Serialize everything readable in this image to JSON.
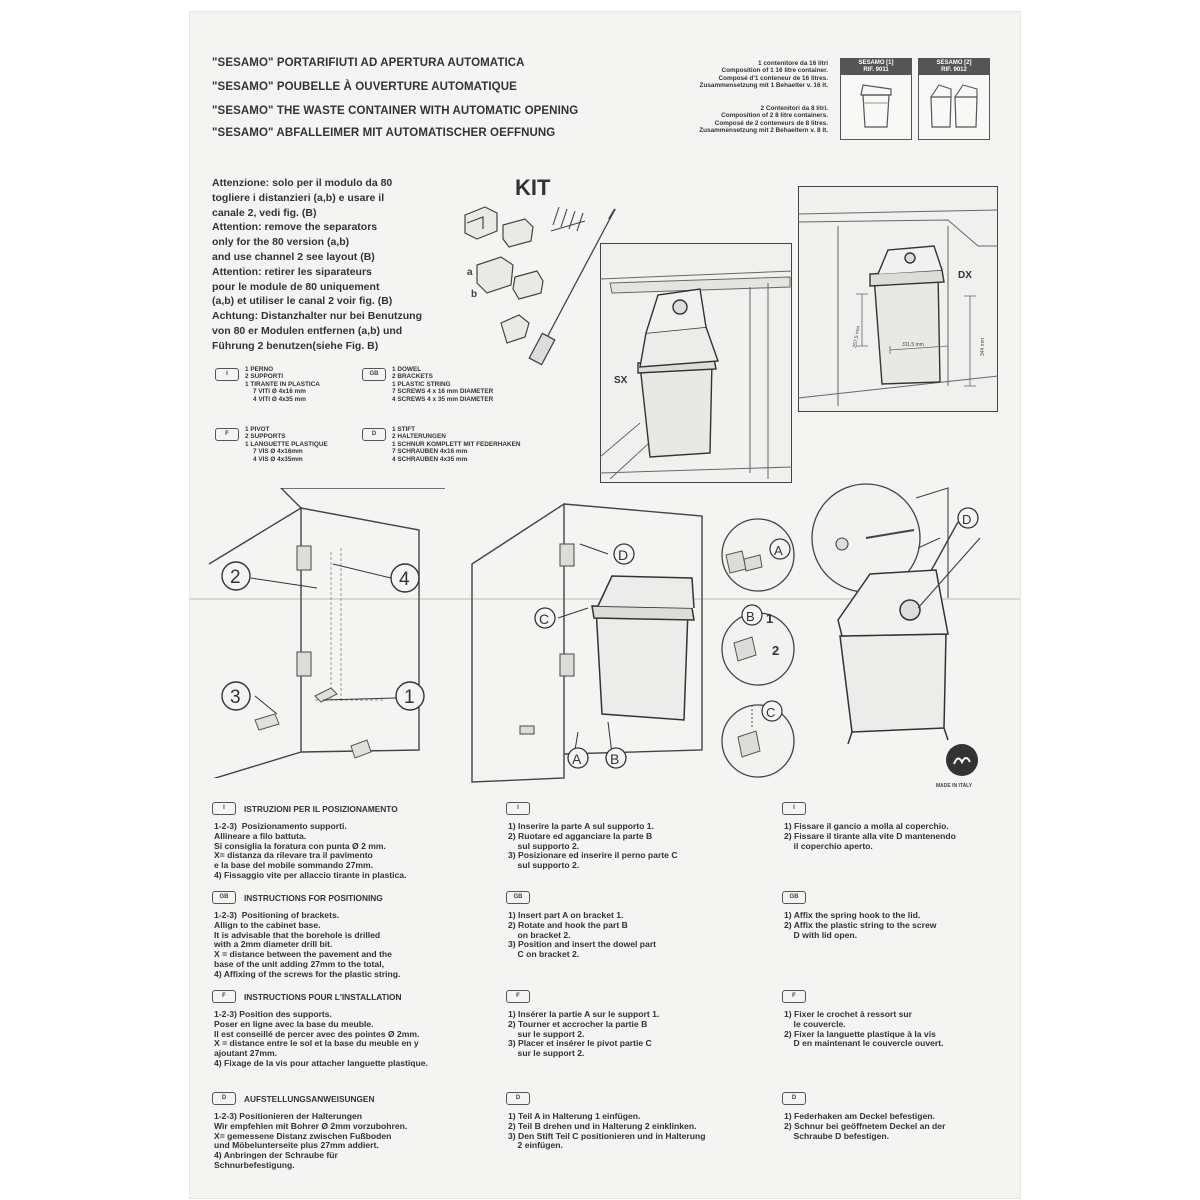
{
  "titles": [
    "\"SESAMO\" PORTARIFIUTI AD APERTURA AUTOMATICA",
    "\"SESAMO\" POUBELLE À OUVERTURE AUTOMATIQUE",
    "\"SESAMO\" THE WASTE CONTAINER WITH AUTOMATIC OPENING",
    "\"SESAMO\" ABFALLEIMER MIT AUTOMATISCHER OEFFNUNG"
  ],
  "compositions": {
    "single": [
      "1 contenitore da 16 litri",
      "Composition of 1 16 litre container.",
      "Composé d'1 conteneur de 16 litres.",
      "Zusammensetzung mit 1 Behaelter v. 16 lt."
    ],
    "double": [
      "2 Contenitori da 8 litri.",
      "Composition of 2 8 litre containers.",
      "Composé de 2 conteneurs de 8 litres.",
      "Zusammensetzung mit 2 Behaeltern v. 8 lt."
    ]
  },
  "ref_boxes": [
    {
      "label": "SESAMO [1]",
      "ref": "RIF. 9011"
    },
    {
      "label": "SESAMO [2]",
      "ref": "RIF. 9012"
    }
  ],
  "kit_title": "KIT",
  "attention": [
    {
      "lead": "Attenzione:",
      "text": " solo per il modulo da 80"
    },
    {
      "lead": "",
      "text": "togliere i distanzieri (a,b) e usare il"
    },
    {
      "lead": "",
      "text": "canale 2, vedi fig. (B)"
    },
    {
      "lead": "Attention:",
      "text": " remove the separators"
    },
    {
      "lead": "",
      "text": "only for the 80 version (a,b)"
    },
    {
      "lead": "",
      "text": "and use channel 2 see layout (B)"
    },
    {
      "lead": "Attention:",
      "text": " retirer les siparateurs"
    },
    {
      "lead": "",
      "text": "pour le module de 80 uniquement"
    },
    {
      "lead": "",
      "text": "(a,b) et utiliser le canal 2 voir fig. (B)"
    },
    {
      "lead": "Achtung:",
      "text": " Distanzhalter nur bei Benutzung"
    },
    {
      "lead": "",
      "text": "von 80 er Modulen entfernen (a,b) und"
    },
    {
      "lead": "",
      "text": "Führung 2 benutzen(siehe Fig. B)"
    }
  ],
  "parts": {
    "it": [
      "1 PERNO",
      "2 SUPPORTI",
      "1 TIRANTE IN PLASTICA",
      "7 VITI Ø 4x16 mm",
      "4 VITI Ø 4x35 mm"
    ],
    "gb": [
      "1 DOWEL",
      "2 BRACKETS",
      "1 PLASTIC STRING",
      "7 SCREWS 4 x 16 mm DIAMETER",
      "4 SCREWS 4 x 35 mm DIAMETER"
    ],
    "fr": [
      "1 PIVOT",
      "2 SUPPORTS",
      "1 LANGUETTE PLASTIQUE",
      "7 VIS Ø 4x16mm",
      "4 VIS Ø 4x35mm"
    ],
    "de": [
      "1 STIFT",
      "2 HALTERUNGEN",
      "1 SCHNUR KOMPLETT MIT FEDERHAKEN",
      "7 SCHRAUBEN 4x16 mm",
      "4 SCHRAUBEN 4x35 mm"
    ]
  },
  "flags": {
    "it": "I",
    "gb": "GB",
    "fr": "F",
    "de": "D"
  },
  "figure_labels": {
    "sx": "SX",
    "dx": "DX",
    "n1": "1",
    "n2": "2",
    "n3": "3",
    "n4": "4",
    "A": "A",
    "B": "B",
    "C": "C",
    "D": "D",
    "small_a": "a",
    "small_b": "b",
    "b_sub1": "1",
    "b_sub2": "2",
    "dim_width": "311,5 mm",
    "dim_depth": "257,5 mm",
    "dim_height": "344 mm",
    "made_in": "MADE IN ITALY"
  },
  "sections": [
    {
      "flag": "I",
      "heading": "ISTRUZIONI PER IL POSIZIONAMENTO",
      "col1": "1-2-3)  Posizionamento supporti.\nAllineare a filo battuta.\nSi consiglia la foratura con punta Ø 2 mm.\nX= distanza da rilevare tra il pavimento\ne la base del mobile sommando 27mm.\n4) Fissaggio vite per allaccio tirante in plastica.",
      "col2": "1) Inserire la parte A sul supporto 1.\n2) Ruotare ed agganciare la parte B\n    sul supporto 2.\n3) Posizionare ed inserire il perno parte C\n    sul supporto 2.",
      "col3": "1) Fissare il gancio a molla al coperchio.\n2) Fissare il tirante alla vite D mantenendo\n    il coperchio aperto."
    },
    {
      "flag": "GB",
      "heading": "INSTRUCTIONS FOR POSITIONING",
      "col1": "1-2-3)  Positioning of brackets.\nAllign to the cabinet base.\nIt is advisable that the borehole is drilled\nwith a 2mm diameter drill bit.\nX = distance between the pavement and the\nbase of the unit adding 27mm to the total,\n4) Affixing of the screws for the plastic string.",
      "col2": "1) Insert part A on bracket 1.\n2) Rotate and hook the part B\n    on bracket 2.\n3) Position and insert the dowel part\n    C on bracket 2.",
      "col3": "1) Affix the spring hook to the lid.\n2) Affix the plastic string to the screw\n    D with lid open."
    },
    {
      "flag": "F",
      "heading": "INSTRUCTIONS POUR L'INSTALLATION",
      "col1": "1-2-3) Position des supports.\nPoser en ligne avec la base du meuble.\nIl est conseillé de percer avec des pointes Ø 2mm.\nX = distance entre le sol et la base du meuble en y\najoutant 27mm.\n4) Fixage de la vis pour attacher languette plastique.",
      "col2": "1) Insérer la partie A sur le support 1.\n2) Tourner et accrocher la partie B\n    sur le support 2.\n3) Placer et insérer le pivot partie C\n    sur le support 2.",
      "col3": "1) Fixer le crochet à ressort sur\n    le couvercle.\n2) Fixer la languette plastique à la vis\n    D en maintenant le couvercle ouvert."
    },
    {
      "flag": "D",
      "heading": "AUFSTELLUNGSANWEISUNGEN",
      "col1": "1-2-3) Positionieren der Halterungen\nWir empfehlen mit Bohrer Ø 2mm vorzubohren.\nX= gemessene Distanz zwischen Fußboden\nund Möbelunterseite plus 27mm addiert.\n4) Anbringen der Schraube für\nSchnurbefestigung.",
      "col2": "1) Teil A in Halterung 1 einfügen.\n2) Teil B drehen und in Halterung 2 einklinken.\n3) Den Stift Teil C positionieren und in Halterung\n    2 einfügen.",
      "col3": "1) Federhaken am Deckel befestigen.\n2) Schnur bei geöffnetem Deckel an der\n    Schraube D befestigen."
    }
  ]
}
